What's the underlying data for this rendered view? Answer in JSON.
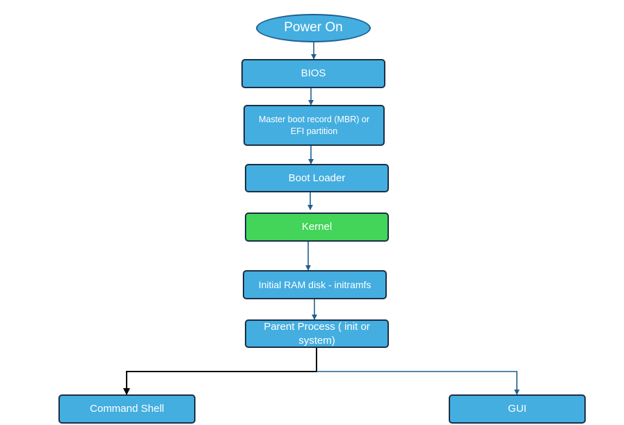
{
  "diagram": {
    "nodes": {
      "power_on": "Power On",
      "bios": "BIOS",
      "mbr": "Master boot record (MBR) or EFI partition",
      "boot_loader": "Boot Loader",
      "kernel": "Kernel",
      "initramfs": "Initial RAM disk - initramfs",
      "parent_process": "Parent Process ( init or system)",
      "command_shell": "Command Shell",
      "gui": "GUI"
    },
    "colors": {
      "node_fill": "#44aee0",
      "kernel_fill": "#43d45a",
      "node_border": "#1b2f45",
      "arrow_blue": "#1f5f8f",
      "arrow_black": "#000000",
      "text": "#ffffff"
    }
  }
}
